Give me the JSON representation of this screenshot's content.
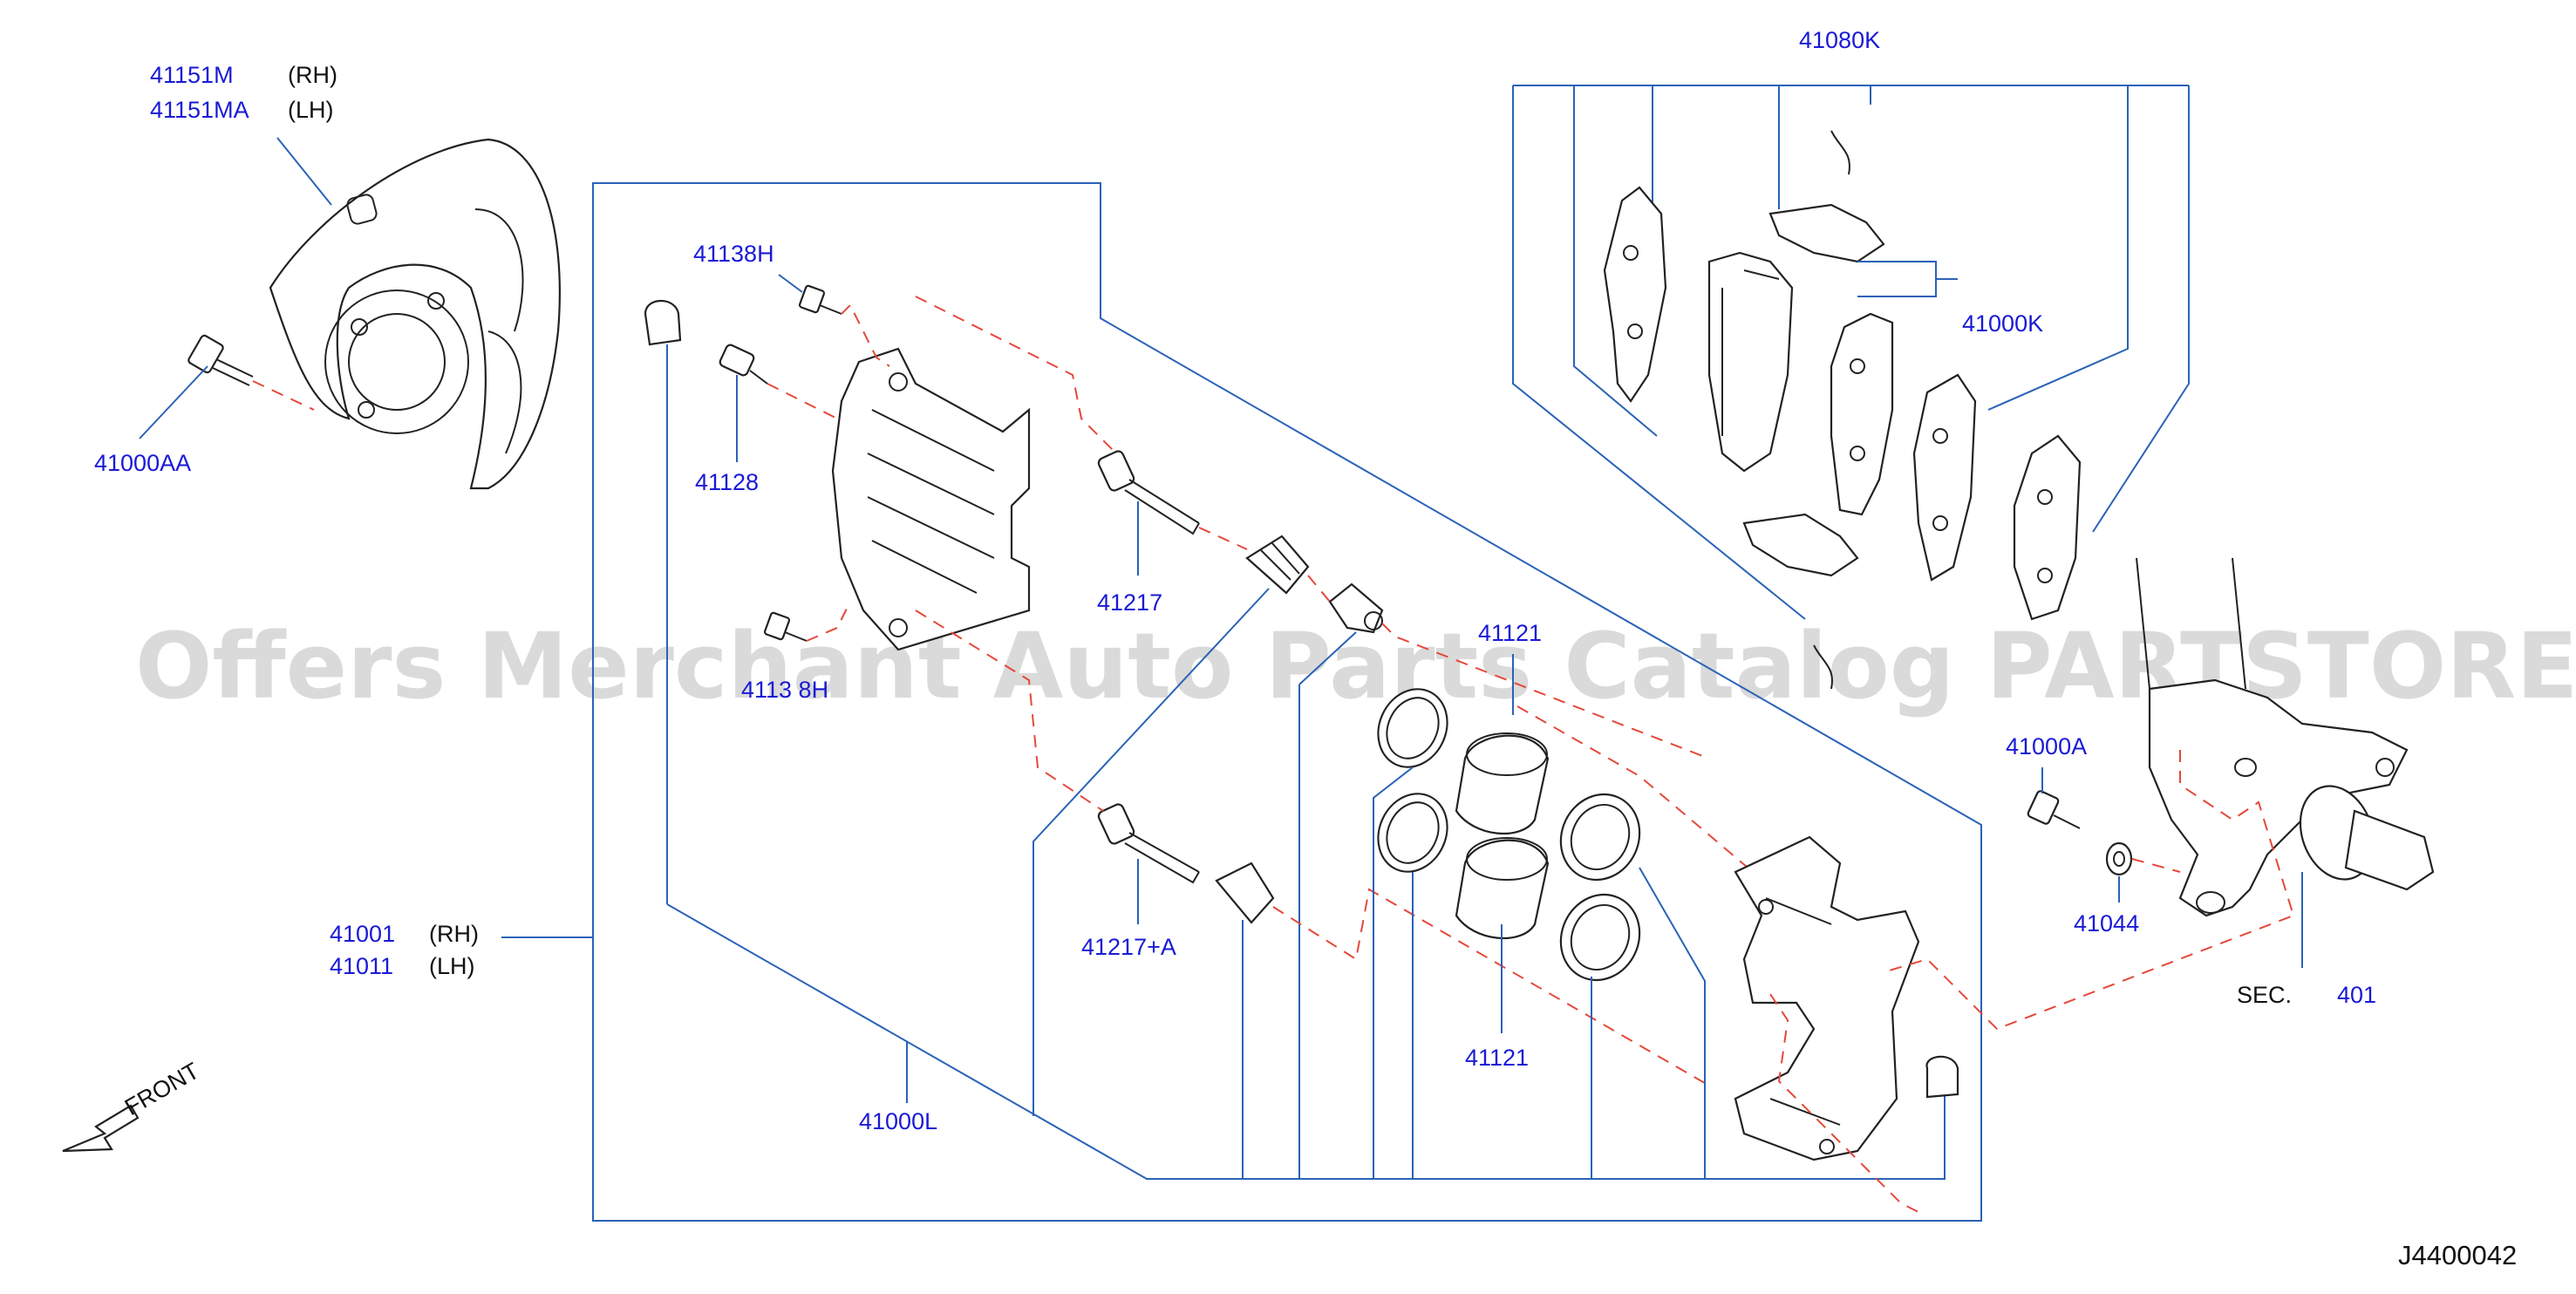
{
  "watermark": "Offers Merchant Auto Parts Catalog PARTSTORE.SA",
  "diagram_code": "J4400042",
  "front_label": "FRONT",
  "labels": {
    "l41151m": "41151M",
    "rh1": "(RH)",
    "l41151ma": "41151MA",
    "lh1": "(LH)",
    "l41000aa": "41000AA",
    "l41138h_top": "41138H",
    "l41128": "41128",
    "l41138h_bot": "4113 8H",
    "l41217": "41217",
    "l41217a": "41217+A",
    "l41001": "41001",
    "rh2": "(RH)",
    "l41011": "41011",
    "lh2": "(LH)",
    "l41000l": "41000L",
    "l41121_top": "41121",
    "l41121_bot": "41121",
    "l41080k": "41080K",
    "l41000k": "41000K",
    "l41000a": "41000A",
    "l41044": "41044",
    "sec": "SEC.",
    "sec_num": "401"
  },
  "colors": {
    "label_blue": "#1a1ad6",
    "leader_blue": "#2a62b8",
    "dash_red": "#e5483a",
    "line_black": "#222222"
  }
}
